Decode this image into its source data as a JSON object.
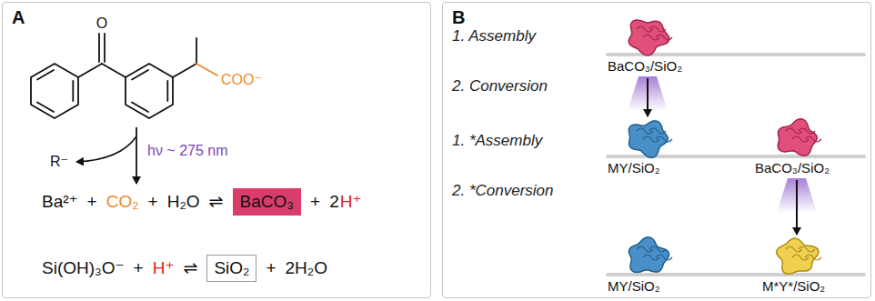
{
  "diagram": {
    "nodes": [
      {
        "text": [
          "A"
        ]
      },
      {
        "text": [
          "BaCO₃"
        ],
        "in": 0
      },
      {
        "text": [
          "SiO₂"
        ],
        "in": 0
      },
      {
        "text": [
          "B"
        ]
      }
    ],
    "labels": [
      "O",
      "COO⁻",
      "R⁻",
      "hν ~ 275 nm",
      "Ba²⁺",
      "+",
      "CO₂",
      "+",
      "H₂O",
      "⇌",
      "+",
      "2",
      "H⁺",
      "Si(OH)₃O⁻",
      "+",
      "H⁺",
      "⇌",
      "+",
      "2H₂O",
      "1. Assembly",
      "2. Conversion",
      "1. *Assembly",
      "2. *Conversion",
      "BaCO₃/SiO₂",
      "MY/SiO₂",
      "BaCO₃/SiO₂",
      "MY/SiO₂",
      "M*Y*/SiO₂"
    ]
  }
}
